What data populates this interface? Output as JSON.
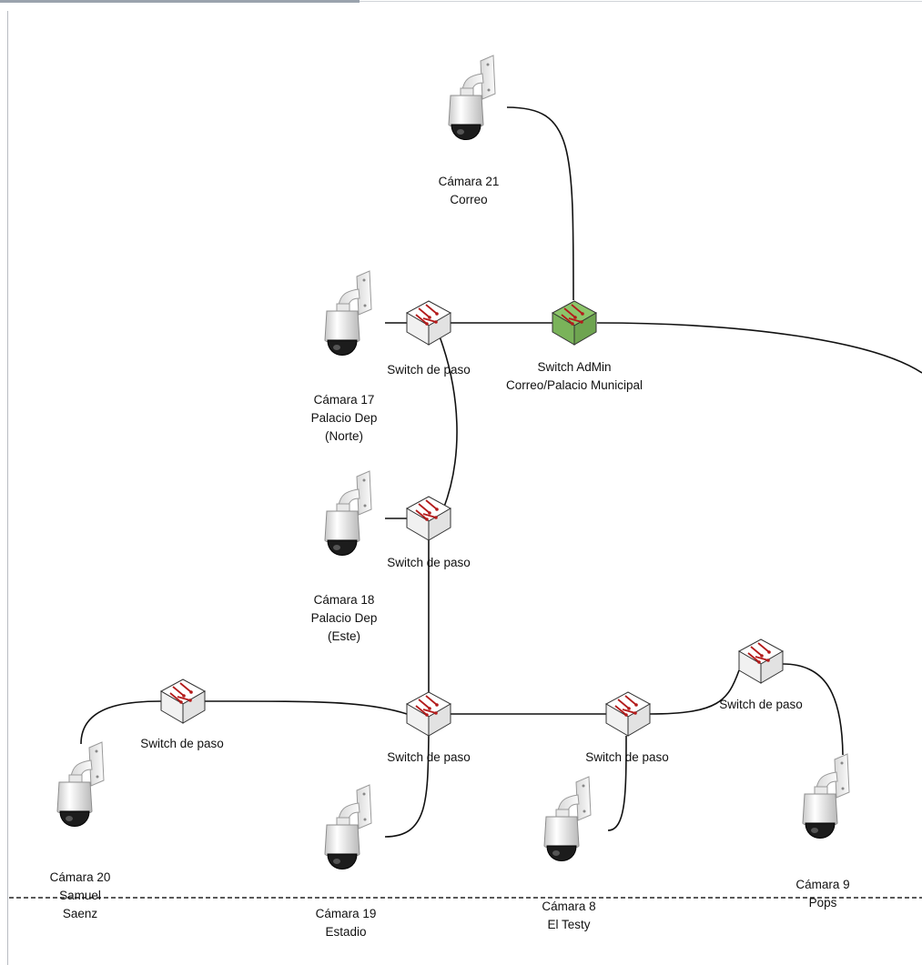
{
  "diagram": {
    "cameras": [
      {
        "id": "cam21",
        "lines": [
          "Cámara 21",
          "Correo"
        ]
      },
      {
        "id": "cam17",
        "lines": [
          "Cámara 17",
          "Palacio Dep",
          "(Norte)"
        ]
      },
      {
        "id": "cam18",
        "lines": [
          "Cámara 18",
          "Palacio Dep",
          "(Este)"
        ]
      },
      {
        "id": "cam20",
        "lines": [
          "Cámara 20",
          "Samuel",
          "Saenz"
        ]
      },
      {
        "id": "cam19",
        "lines": [
          "Cámara 19",
          "Estadio"
        ]
      },
      {
        "id": "cam8",
        "lines": [
          "Cámara 8",
          "El Testy"
        ]
      },
      {
        "id": "cam9",
        "lines": [
          "Cámara 9",
          "Pops"
        ]
      }
    ],
    "switches": [
      {
        "id": "sw_admin",
        "lines": [
          "Switch AdMin",
          "Correo/Palacio Municipal"
        ],
        "color": "#8cc56a"
      },
      {
        "id": "sw_a",
        "lines": [
          "Switch de paso"
        ],
        "color": "#ffffff"
      },
      {
        "id": "sw_b",
        "lines": [
          "Switch de paso"
        ],
        "color": "#ffffff"
      },
      {
        "id": "sw_c",
        "lines": [
          "Switch de paso"
        ],
        "color": "#ffffff"
      },
      {
        "id": "sw_d",
        "lines": [
          "Switch de paso"
        ],
        "color": "#ffffff"
      },
      {
        "id": "sw_e",
        "lines": [
          "Switch de paso"
        ],
        "color": "#ffffff"
      },
      {
        "id": "sw_f",
        "lines": [
          "Switch de paso"
        ],
        "color": "#ffffff"
      }
    ],
    "connections": [
      [
        "cam21",
        "sw_admin"
      ],
      [
        "sw_a",
        "sw_admin"
      ],
      [
        "sw_admin",
        "offpage"
      ],
      [
        "cam17",
        "sw_a"
      ],
      [
        "sw_a",
        "sw_b"
      ],
      [
        "cam18",
        "sw_b"
      ],
      [
        "sw_b",
        "sw_d"
      ],
      [
        "sw_c",
        "sw_d"
      ],
      [
        "cam20",
        "sw_c"
      ],
      [
        "sw_d",
        "sw_e"
      ],
      [
        "cam19",
        "sw_d"
      ],
      [
        "cam8",
        "sw_e"
      ],
      [
        "sw_e",
        "sw_f"
      ],
      [
        "cam9",
        "sw_f"
      ]
    ],
    "colors": {
      "switch_body": "#ffffff",
      "switch_admin": "#8cc56a",
      "arrow": "#b31b1b",
      "line": "#111111"
    },
    "icons": {
      "camera": "ptz-camera-icon",
      "switch": "network-switch-icon"
    }
  }
}
